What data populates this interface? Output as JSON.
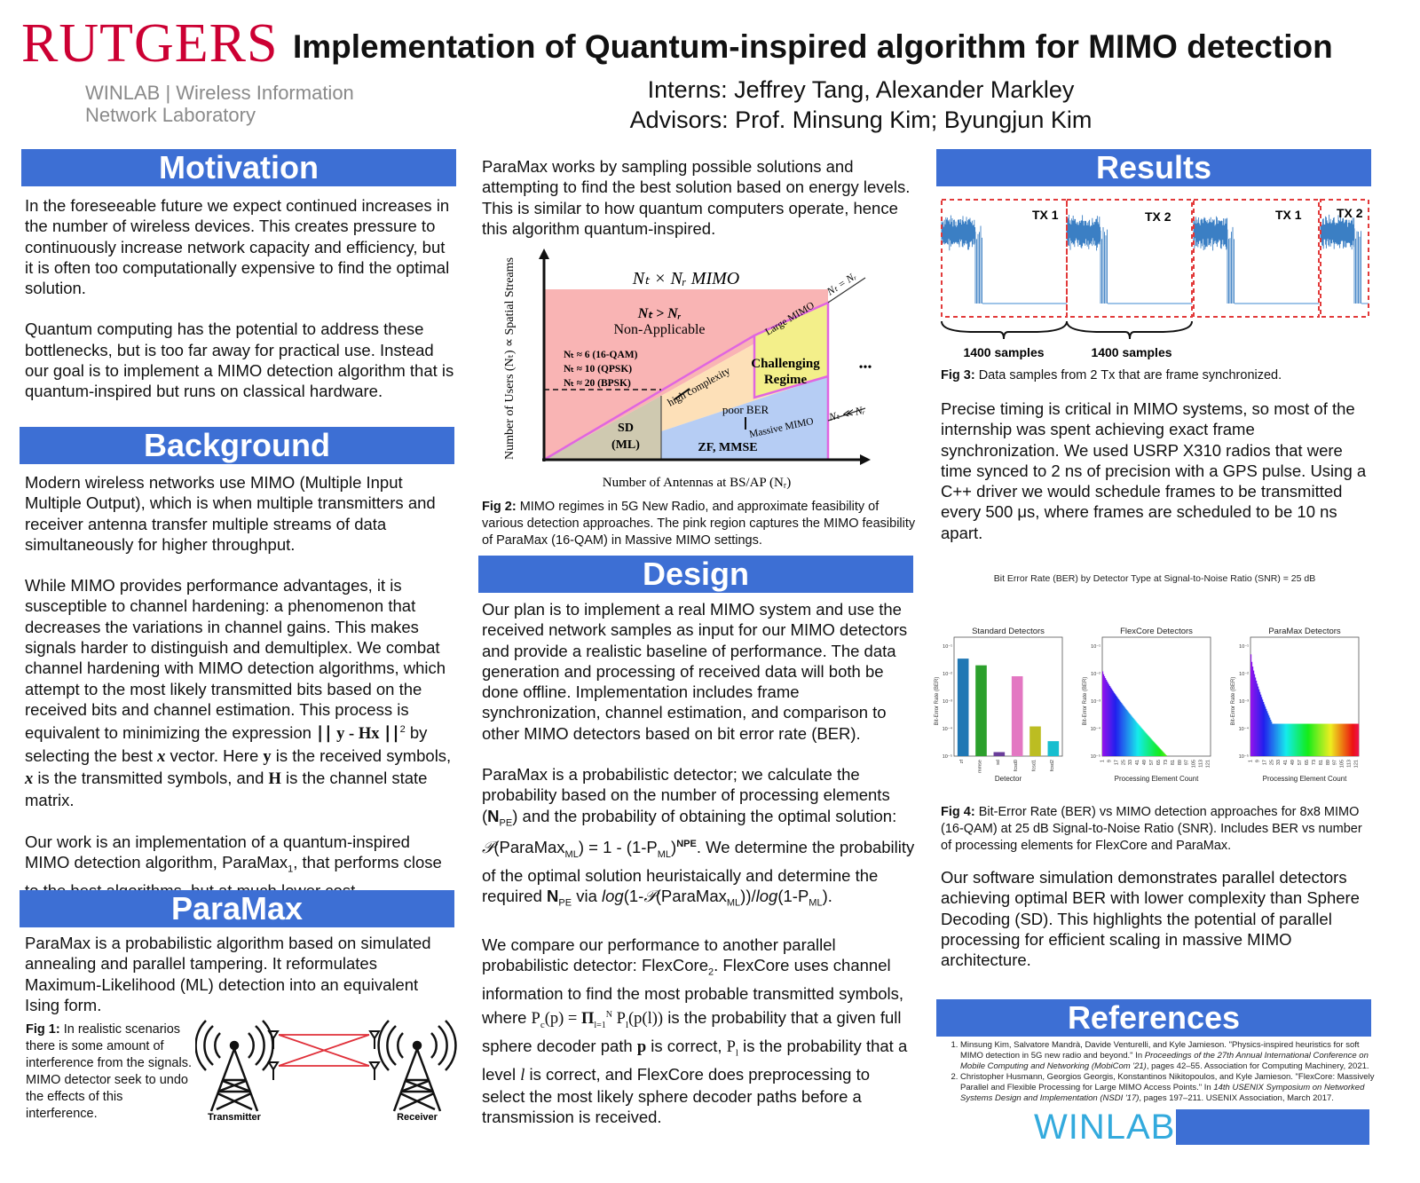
{
  "header": {
    "logo": "RUTGERS",
    "lab_line1": "WINLAB | Wireless Information",
    "lab_line2": "Network Laboratory",
    "title": "Implementation of Quantum-inspired algorithm for MIMO detection",
    "interns": "Interns: Jeffrey Tang, Alexander Markley",
    "advisors": "Advisors: Prof. Minsung Kim; Byungjun Kim"
  },
  "motivation": {
    "heading": "Motivation",
    "p1": "In the foreseeable future we expect continued increases in the number of wireless devices. This creates pressure to continuously increase network capacity and efficiency, but it is often too computationally expensive to find the optimal solution.",
    "p2": "Quantum computing has the potential to address these bottlenecks, but is too far away for practical use. Instead our goal is to implement a MIMO detection algorithm that is quantum-inspired but runs on classical hardware."
  },
  "background": {
    "heading": "Background",
    "p1": "Modern wireless networks use MIMO (Multiple Input Multiple Output), which is when multiple transmitters and receiver antenna transfer multiple streams of data simultaneously for higher throughput.",
    "p2a": "While MIMO provides performance advantages, it is susceptible to channel hardening: a phenomenon that decreases the variations in channel gains. This makes signals harder to distinguish and demultiplex. We combat channel hardening with MIMO detection algorithms, which attempt to the most likely transmitted bits based on the received bits and channel estimation. This process is equivalent to minimizing the expression",
    "expr": "∣∣ y - Hx ∣∣",
    "expr_sup": "2",
    "p2b": " by selecting the best ",
    "p2c": " vector. Here ",
    "p2d": " is the received symbols, ",
    "p2e": " is the transmitted symbols, and ",
    "p2f": " is the channel state matrix.",
    "sym_x": "x",
    "sym_y": "y",
    "sym_H": "H",
    "p3a": "Our work is an implementation of a quantum-inspired MIMO detection algorithm, ParaMax",
    "p3sub": "1",
    "p3b": ", that performs close to the best algorithms, but at much lower cost."
  },
  "paramax": {
    "heading": "ParaMax",
    "p1": "ParaMax is a probabilistic algorithm based on simulated annealing and parallel tampering. It reformulates Maximum-Likelihood (ML) detection into an equivalent Ising form.",
    "fig1_label": "Fig 1:",
    "fig1_caption": " In realistic scenarios there is some amount of interference from the signals. MIMO detector seek to undo the effects of this interference.",
    "transmitter": "Transmitter",
    "receiver": "Receiver",
    "p2": "ParaMax works by sampling possible solutions and attempting to find the best solution based on energy levels. This is similar to how quantum computers operate, hence this algorithm quantum-inspired."
  },
  "fig2": {
    "top_label": "Nₜ × Nᵣ MIMO",
    "yaxis": "Number of Users (Nₜ) ∝ Spatial Streams",
    "xaxis": "Number of Antennas at BS/AP (Nᵣ)",
    "na1": "Nₜ > Nᵣ",
    "na2": "Non-Applicable",
    "r1": "Nₜ ≈ 6 (16-QAM)",
    "r2": "Nₜ ≈ 10 (QPSK)",
    "r3": "Nₜ ≈ 20 (BPSK)",
    "sd1": "SD",
    "sd2": "(ML)",
    "hc": "high complexity",
    "poor": "poor BER",
    "zf": "ZF, MMSE",
    "cr1": "Challenging",
    "cr2": "Regime",
    "large": "Large MIMO",
    "massive": "Massive MIMO",
    "eq": "Nₜ = Nᵣ",
    "ll": "Nₜ ≪ Nᵣ",
    "dots": "•••",
    "label": "Fig 2:",
    "caption": " MIMO regimes in 5G New Radio, and approximate feasibility of various detection approaches. The pink region captures the MIMO feasibility of ParaMax (16-QAM) in Massive MIMO settings."
  },
  "design": {
    "heading": "Design",
    "p1": "Our plan is to implement a real MIMO system and use the received network samples as input for our MIMO detectors and provide a realistic baseline of performance. The data generation and processing of received data will both be done offline. Implementation includes frame synchronization, channel estimation, and comparison to other MIMO detectors based on bit error rate (BER).",
    "p2a": "ParaMax is a probabilistic detector; we calculate the probability based on the number of processing elements (",
    "npe": "N",
    "npe_sub": "PE",
    "p2b": ") and the probability of obtaining the optimal solution: ",
    "script_p": "𝒫",
    "p2c": "(ParaMax",
    "ml_sub": "ML",
    "p2d": ") = 1 - (1-P",
    "p2e": ")",
    "p2f": ". We determine the probability of the optimal solution heuristaically and determine the required ",
    "p2g": " via ",
    "log": "log",
    "p2h": "(1-",
    "p2i": "(ParaMax",
    "p2j": "))/",
    "p2k": "(1-P",
    "p2l": ").",
    "p3a": "We compare our performance to another parallel probabilistic detector: FlexCore",
    "p3sub": "2",
    "p3b": ". FlexCore uses channel information to find the most probable transmitted symbols, where ",
    "pc": "P",
    "pc_sub": "c",
    "pc_arg": "(p) = ",
    "prod": "Π",
    "prod_sub": "l=1",
    "prod_sup": "N",
    "pl": " P",
    "pl_sub": "l",
    "pl_arg": "(p(l))",
    "p3c": " is the probability that a given full sphere decoder path ",
    "bold_p": "p",
    "p3d": " is correct, ",
    "p3e": " is the probability that a level ",
    "l": "l",
    "p3f": " is correct, and FlexCore does preprocessing to select the most likely sphere decoder paths before a transmission is received."
  },
  "results": {
    "heading": "Results",
    "tx1": "TX 1",
    "tx2": "TX 2",
    "samples": "1400 samples",
    "fig3_label": "Fig 3:",
    "fig3_caption": " Data samples from 2 Tx that are frame synchronized.",
    "p1": "Precise timing is critical in MIMO systems, so most of the internship was spent achieving exact frame synchronization. We used USRP X310 radios that were time synced to 2 ns of precision with a GPS pulse. Using a C++ driver we would schedule  frames to be transmitted every 500 μs, where frames are scheduled to be 10 ns apart.",
    "fig4_label": "Fig 4:",
    "fig4_caption": " Bit-Error Rate (BER) vs MIMO detection approaches for 8x8 MIMO (16-QAM) at 25 dB Signal-to-Noise Ratio (SNR). Includes BER vs number of processing elements for FlexCore and ParaMax.",
    "p2": "Our software simulation demonstrates parallel detectors achieving optimal BER with lower complexity than Sphere Decoding (SD). This highlights the potential of parallel processing for efficient scaling in massive MIMO architecture."
  },
  "chart_data": {
    "type": "bar",
    "title": "Bit Error Rate (BER) by Detector Type at Signal-to-Noise Ratio (SNR) = 25 dB",
    "log_scale": true,
    "ylim": [
      1e-05,
      0.1
    ],
    "ytick_labels": [
      "10⁻¹",
      "10⁻²",
      "10⁻³",
      "10⁻⁴",
      "10⁻⁵"
    ],
    "subplots": [
      {
        "title": "Standard Detectors",
        "xlabel": "Detector",
        "ylabel": "Bit-Error Rate (BER)",
        "categories": [
          "zf",
          "mmse",
          "sd",
          "fcsd0",
          "fcsd1",
          "fcsd2"
        ],
        "values": [
          0.035,
          0.02,
          1.4e-05,
          0.008,
          0.00012,
          3.5e-05
        ],
        "colors": [
          "#1f77b4",
          "#2ca02c",
          "#6a3d9a",
          "#e377c2",
          "#bcbd22",
          "#17becf"
        ]
      },
      {
        "title": "FlexCore Detectors",
        "xlabel": "Processing Element Count",
        "ylabel": "Bit-Error Rate (BER)",
        "xticks": [
          "1",
          "9",
          "17",
          "25",
          "33",
          "41",
          "49",
          "57",
          "65",
          "73",
          "81",
          "89",
          "97",
          "105",
          "113",
          "121"
        ],
        "start_value": 0.012,
        "floor_value": 1e-05
      },
      {
        "title": "ParaMax Detectors",
        "xlabel": "Processing Element Count",
        "ylabel": "Bit-Error Rate (BER)",
        "xticks": [
          "1",
          "9",
          "17",
          "25",
          "33",
          "41",
          "49",
          "57",
          "65",
          "73",
          "81",
          "89",
          "97",
          "105",
          "113",
          "121"
        ],
        "start_value": 0.05,
        "floor_value": 0.00015
      }
    ]
  },
  "references": {
    "heading": "References",
    "r1a": "Minsung Kim, Salvatore Mandrà, Davide Venturelli, and Kyle Jamieson. \"Physics-inspired heuristics for soft MIMO detection in 5G new radio and beyond.\" In ",
    "r1b": "Proceedings of the 27th Annual International Conference on Mobile Computing and Networking (MobiCom '21)",
    "r1c": ", pages 42–55. Association for Computing Machinery, 2021.",
    "r2a": "Christopher Husmann, Georgios Georgis, Konstantinos Nikitopoulos, and Kyle Jamieson. \"FlexCore: Massively Parallel and Flexible Processing for Large MIMO Access Points.\" In ",
    "r2b": "14th USENIX Symposium on Networked Systems Design and Implementation (NSDI '17)",
    "r2c": ", pages 197–211. USENIX Association, March 2017.",
    "footer_logo": "WINLAB"
  }
}
